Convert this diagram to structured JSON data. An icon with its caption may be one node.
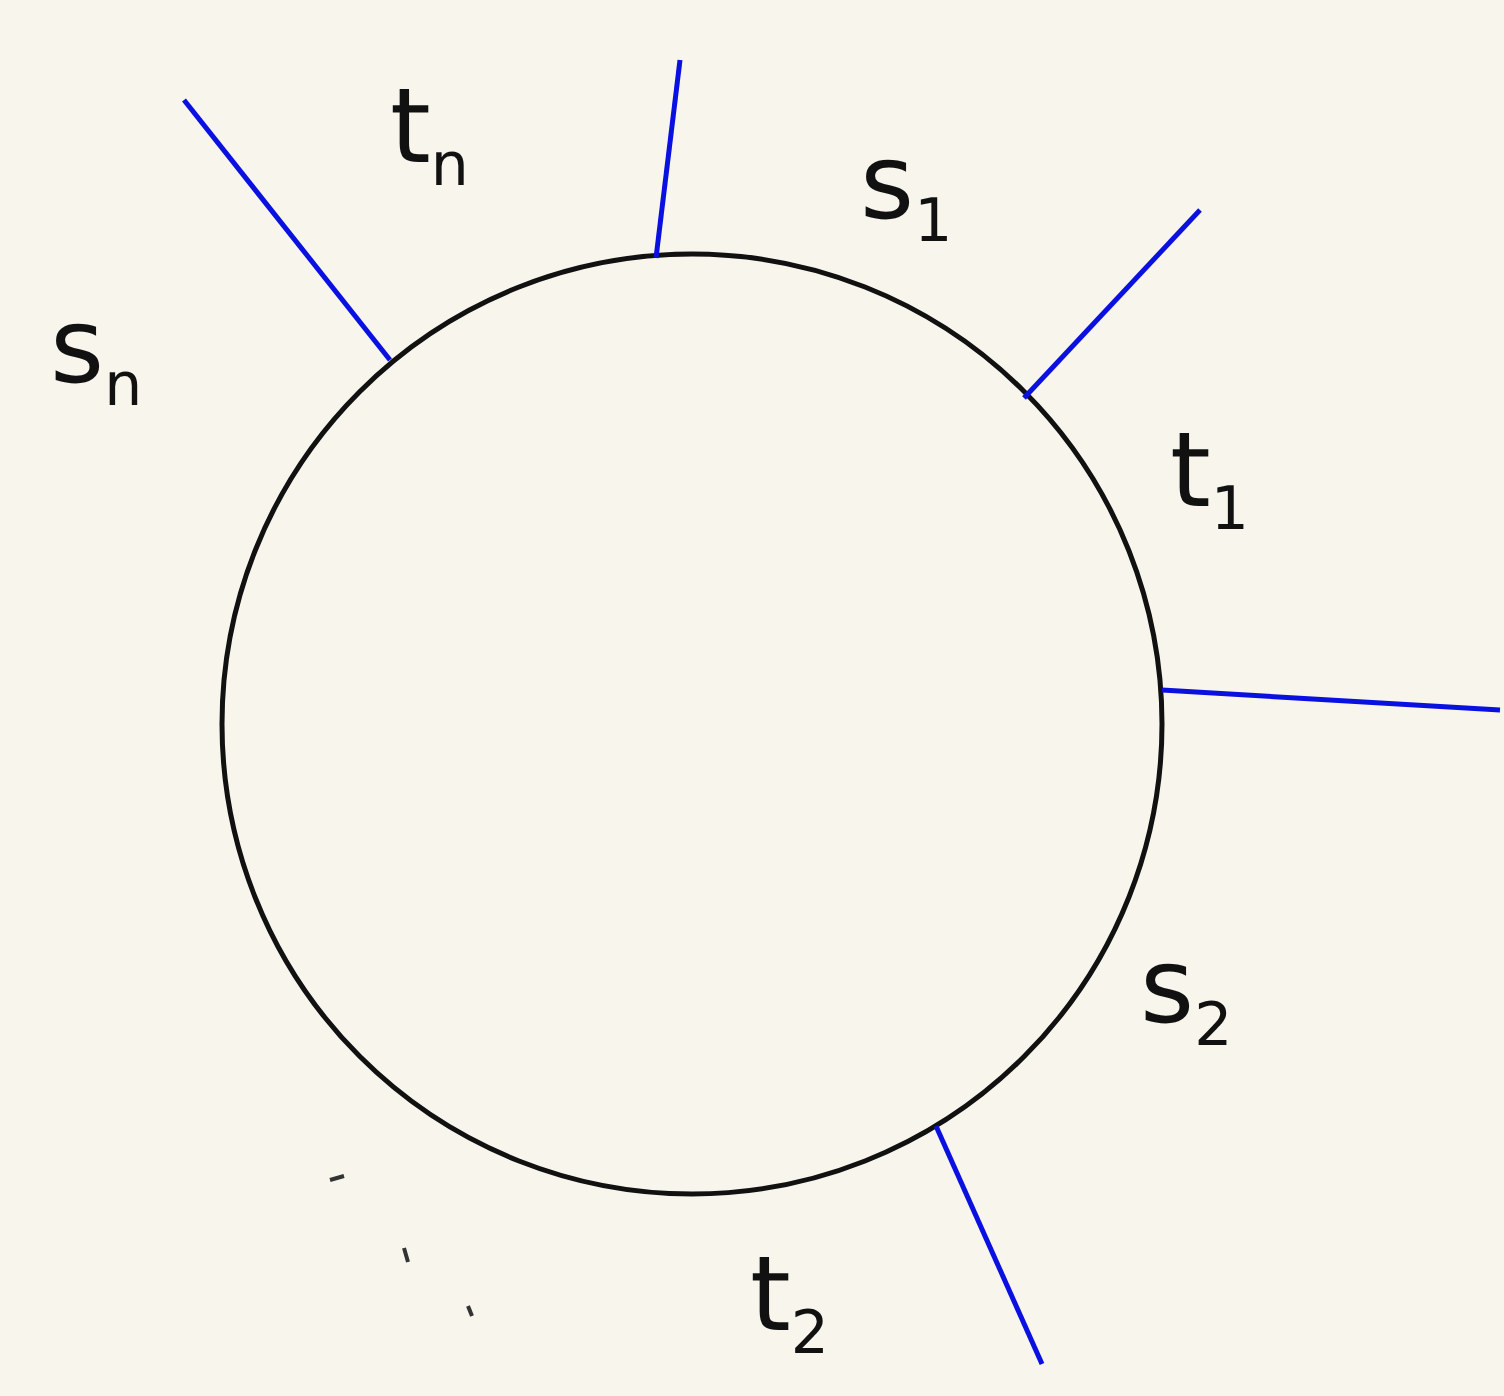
{
  "diagram": {
    "labels": [
      "t$_{n}$",
      "s$_{1}$",
      "s$_{n}$",
      "t$_{1}$",
      "s$_{2}$",
      "t$_{2}$"
    ]
  }
}
